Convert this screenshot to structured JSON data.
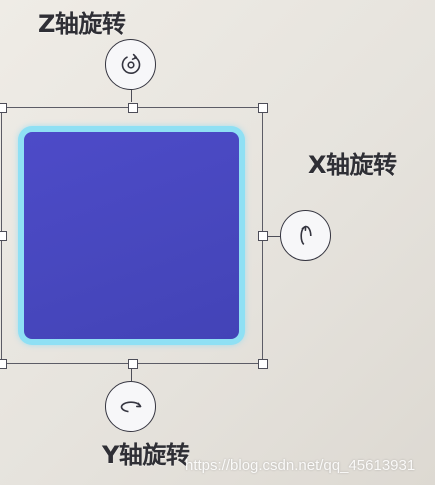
{
  "labels": {
    "z_rotation": "Z轴旋转",
    "x_rotation": "X轴旋转",
    "y_rotation": "Y轴旋转"
  },
  "icons": {
    "z_handle": "rotate-z-icon",
    "x_handle": "rotate-x-icon",
    "y_handle": "rotate-y-icon"
  },
  "colors": {
    "shape_fill": "#4848bf",
    "shape_border": "#8fe0f4",
    "handle_stroke": "#353540",
    "label_text": "#2f2f35"
  },
  "watermark": "https://blog.csdn.net/qq_45613931"
}
